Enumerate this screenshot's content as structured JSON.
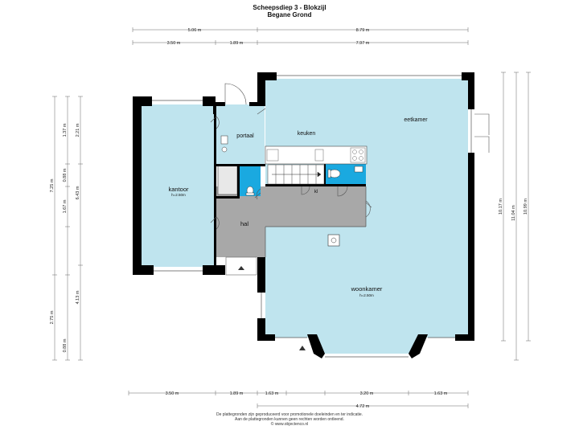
{
  "header": {
    "title": "Scheepsdiep 3 - Blokzijl",
    "subtitle": "Begane Grond"
  },
  "rooms": {
    "kantoor": {
      "name": "kantoor",
      "height": "h=2.50m"
    },
    "portaal": {
      "name": "portaal"
    },
    "keuken": {
      "name": "keuken"
    },
    "eetkamer": {
      "name": "eetkamer"
    },
    "hal": {
      "name": "hal"
    },
    "kl": {
      "name": "kl"
    },
    "woonkamer": {
      "name": "woonkamer",
      "height": "h=2.50m"
    }
  },
  "dimensions": {
    "top_row1": [
      "5.06 m",
      "8.79 m"
    ],
    "top_row2": [
      "3.50 m",
      "1.89 m",
      "7.97 m"
    ],
    "bottom_row1": [
      "3.50 m",
      "1.89 m",
      "1.63 m",
      "3.20 m",
      "1.63 m"
    ],
    "bottom_row2": [
      "4.72 m"
    ],
    "left_outer": [
      "7.25 m",
      "2.75 m"
    ],
    "left_mid": [
      "1.37 m",
      "0.88 m",
      "1.67 m",
      "0.88 m"
    ],
    "left_inner": [
      "2.21 m",
      "6.43 m",
      "4.13 m"
    ],
    "right": [
      "10.17 m",
      "11.04 m",
      "10.99 m"
    ]
  },
  "footer": {
    "disclaimer": [
      "De plattegronden zijn geproduceerd voor promotionele doeleinden en ter indicatie.",
      "Aan de plattegronden kunnen geen rechten worden ontleend.",
      "© www.objectenco.nl"
    ]
  },
  "colors": {
    "room": "#bfe4ee",
    "hall": "#a8a8a8",
    "wet": "#1aa9e0",
    "wall": "#000000"
  }
}
